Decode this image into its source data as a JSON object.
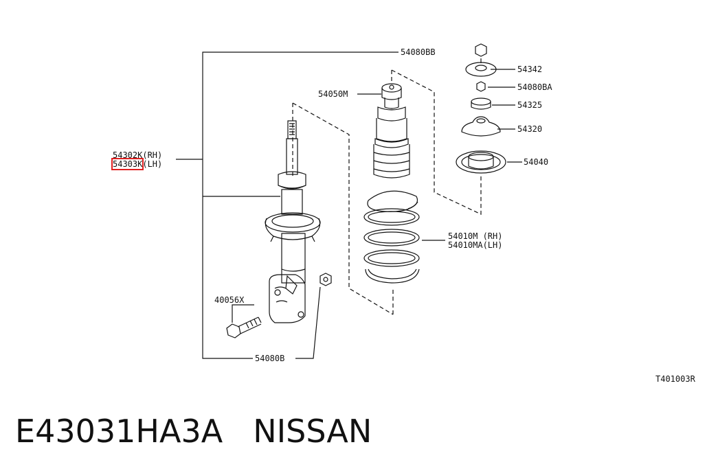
{
  "parts": {
    "nut_upper": "54080BB",
    "washer_upper": "54342",
    "nut_small": "54080BA",
    "bushing": "54325",
    "mount": "54320",
    "bound_bumper": "54050M",
    "seat": "54040",
    "strut_rh": "54302K(RH)",
    "strut_lh_code": "54303K",
    "strut_lh_side": "(LH)",
    "spring_rh": "54010M (RH)",
    "spring_lh": "54010MA(LH)",
    "bolt": "40056X",
    "nut_lower": "54080B"
  },
  "diagram_code": "T401003R",
  "footer": {
    "part_number": "E43031HA3A",
    "brand": "NISSAN"
  },
  "colors": {
    "line": "#111111",
    "highlight": "#e02020"
  }
}
